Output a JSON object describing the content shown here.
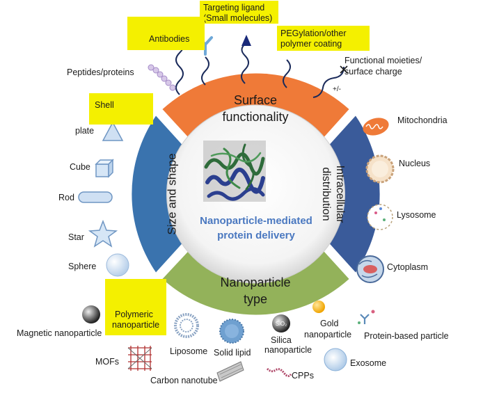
{
  "center": {
    "line1": "Nanoparticle-mediated",
    "line2": "protein delivery"
  },
  "segments": {
    "top": "Surface functionality",
    "left": "Size and shape",
    "right": "Intracellular distribution",
    "bottom": "Nanoparticle type"
  },
  "surface_items": {
    "targeting_ligand": "Targeting ligand",
    "small_molecules": "(Small molecules)",
    "antibodies": "Antibodies",
    "pegylation_line1": "PEGylation/other",
    "pegylation_line2": "polymer coating",
    "peptides": "Peptides/proteins",
    "functional_line1": "Functional moieties/",
    "functional_line2": "surface charge",
    "charge_sign": "+/-"
  },
  "shapes": {
    "shell": "Shell",
    "plate": "plate",
    "cube": "Cube",
    "rod": "Rod",
    "star": "Star",
    "sphere": "Sphere"
  },
  "organelles": {
    "mitochondria": "Mitochondria",
    "nucleus": "Nucleus",
    "lysosome": "Lysosome",
    "cytoplasm": "Cytoplasm"
  },
  "particle_types": {
    "polymeric_line1": "Polymeric",
    "polymeric_line2": "nanoparticle",
    "magnetic": "Magnetic nanoparticle",
    "mofs": "MOFs",
    "liposome": "Liposome",
    "solid_lipid": "Solid lipid",
    "carbon_nanotube": "Carbon nanotube",
    "silica_line1": "Silica",
    "silica_line2": "nanoparticle",
    "silica_symbol": "SiO₂",
    "gold_line1": "Gold",
    "gold_line2": "nanoparticle",
    "cpps": "CPPs",
    "exosome": "Exosome",
    "protein_based": "Protein-based particle"
  },
  "colors": {
    "surface": "#ef7a38",
    "size_shape": "#3a73ae",
    "intracellular": "#3a5b9a",
    "type": "#93b25a",
    "highlight": "#f4f000",
    "center_text": "#4a78c0"
  }
}
